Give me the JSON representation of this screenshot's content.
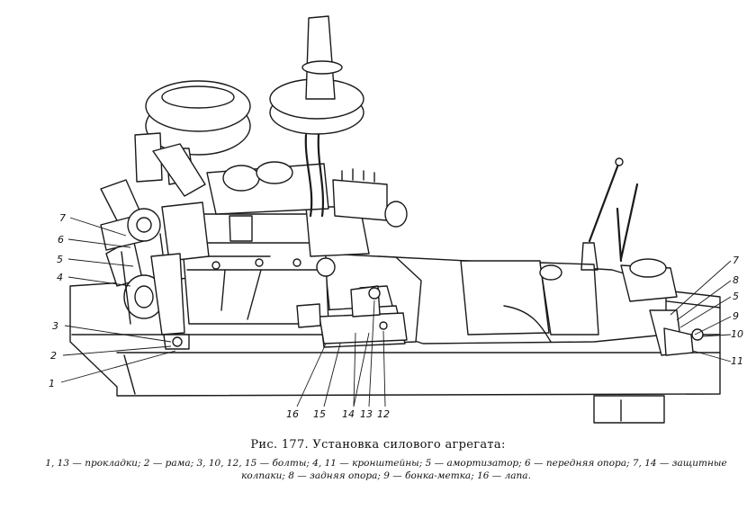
{
  "figure": {
    "title": "Рис. 177. Установка силового агрегата:",
    "legend": "1, 13 — прокладки; 2 — рама; 3, 10, 12, 15 — болты; 4, 11 — кронштейны; 5 — амортизатор; 6 — передняя опора; 7, 14 — защитные колпаки; 8 — задняя опора; 9 — бонка-метка; 16 — лапа."
  },
  "callouts": {
    "left": [
      "7",
      "6",
      "5",
      "4",
      "3",
      "2",
      "1"
    ],
    "bottom": [
      "16",
      "15",
      "14",
      "13",
      "12"
    ],
    "right": [
      "7",
      "8",
      "5",
      "9",
      "10",
      "11"
    ]
  }
}
